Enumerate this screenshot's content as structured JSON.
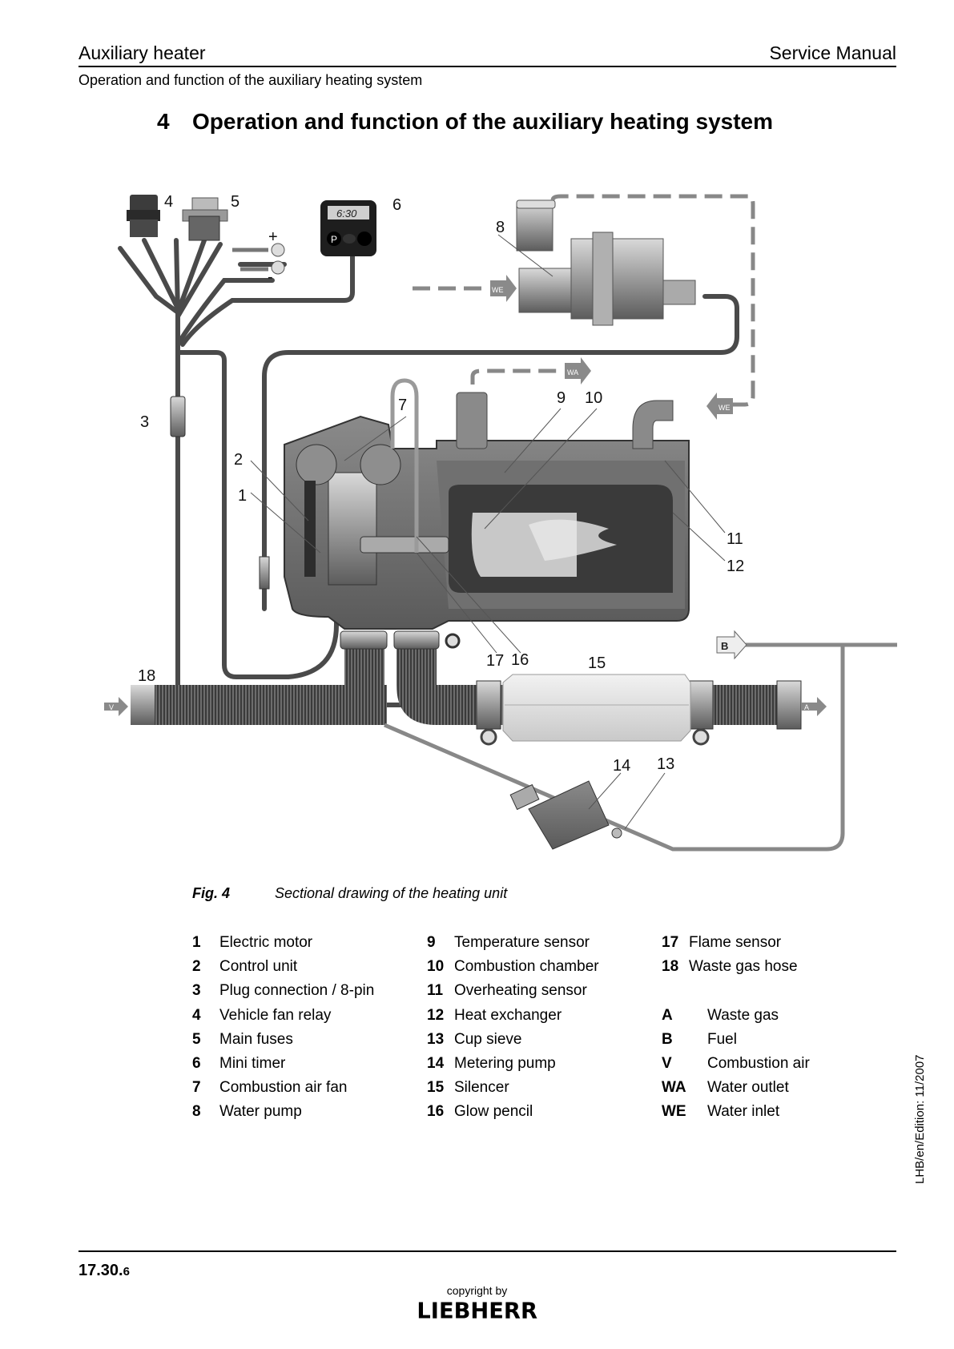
{
  "header": {
    "left": "Auxiliary heater",
    "right": "Service Manual",
    "subtitle": "Operation and function of the auxiliary heating system"
  },
  "section": {
    "number": "4",
    "title": "Operation and function of the auxiliary heating system"
  },
  "diagram": {
    "timer_display": "6:30",
    "timer_button_p": "P",
    "terminal_plus": "+",
    "terminal_minus": "-",
    "callouts": [
      "1",
      "2",
      "3",
      "4",
      "5",
      "6",
      "7",
      "8",
      "9",
      "10",
      "11",
      "12",
      "13",
      "14",
      "15",
      "16",
      "17",
      "18"
    ],
    "flow_tags": {
      "we": "WE",
      "wa": "WA",
      "v": "V",
      "a": "A",
      "b": "B"
    }
  },
  "figure": {
    "label": "Fig. 4",
    "caption": "Sectional drawing of the heating unit"
  },
  "legend": {
    "col1": [
      {
        "key": "1",
        "text": "Electric motor"
      },
      {
        "key": "2",
        "text": "Control unit"
      },
      {
        "key": "3",
        "text": "Plug connection / 8-pin"
      },
      {
        "key": "4",
        "text": "Vehicle fan relay"
      },
      {
        "key": "5",
        "text": "Main fuses"
      },
      {
        "key": "6",
        "text": "Mini timer"
      },
      {
        "key": "7",
        "text": "Combustion air fan"
      },
      {
        "key": "8",
        "text": "Water pump"
      }
    ],
    "col2": [
      {
        "key": "9",
        "text": "Temperature sensor"
      },
      {
        "key": "10",
        "text": "Combustion chamber"
      },
      {
        "key": "11",
        "text": "Overheating sensor"
      },
      {
        "key": "12",
        "text": "Heat exchanger"
      },
      {
        "key": "13",
        "text": "Cup sieve"
      },
      {
        "key": "14",
        "text": "Metering pump"
      },
      {
        "key": "15",
        "text": "Silencer"
      },
      {
        "key": "16",
        "text": "Glow pencil"
      }
    ],
    "col3a": [
      {
        "key": "17",
        "text": "Flame sensor"
      },
      {
        "key": "18",
        "text": "Waste gas hose"
      }
    ],
    "col3b": [
      {
        "key": "A",
        "text": "Waste gas"
      },
      {
        "key": "B",
        "text": "Fuel"
      },
      {
        "key": "V",
        "text": "Combustion air"
      },
      {
        "key": "WA",
        "text": "Water outlet"
      },
      {
        "key": "WE",
        "text": "Water inlet"
      }
    ]
  },
  "side_note": "LHB/en/Edition: 11/2007",
  "footer": {
    "page_main": "17.30.",
    "page_sub": "6",
    "copyright": "copyright by",
    "brand": "LIEBHERR"
  }
}
